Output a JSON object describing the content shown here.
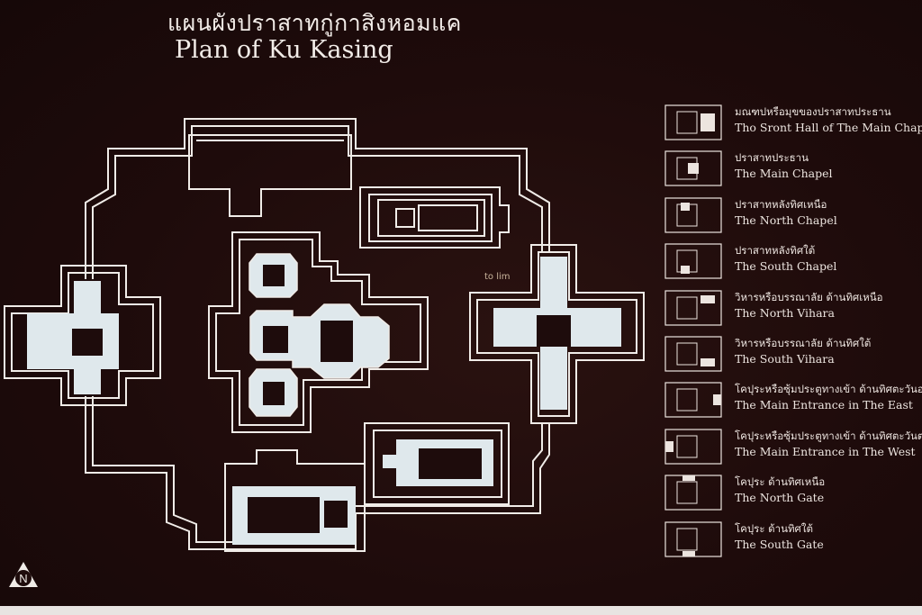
{
  "title": {
    "thai": "แผนผังปราสาทกู่กาสิงหอมแค",
    "english": "Plan of Ku Kasing"
  },
  "legend": [
    {
      "thai": "มณฑปหรือมุขของปราสาทประธาน",
      "english": "Tho Sront Hall of The Main Chapel"
    },
    {
      "thai": "ปราสาทประธาน",
      "english": "The Main Chapel"
    },
    {
      "thai": "ปราสาทหลังทิศเหนือ",
      "english": "The North Chapel"
    },
    {
      "thai": "ปราสาทหลังทิศใต้",
      "english": "The South Chapel"
    },
    {
      "thai": "วิหารหรือบรรณาลัย ด้านทิศเหนือ",
      "english": "The North Vihara"
    },
    {
      "thai": "วิหารหรือบรรณาลัย ด้านทิศใต้",
      "english": "The South Vihara"
    },
    {
      "thai": "โคปุระหรือซุ้มประตูทางเข้า ด้านทิศตะวันออก",
      "english": "The Main Entrance in The East"
    },
    {
      "thai": "โคปุระหรือซุ้มประตูทางเข้า ด้านทิศตะวันตก",
      "english": "The Main Entrance in The West"
    },
    {
      "thai": "โคปุระ ด้านทิศเหนือ",
      "english": "The North Gate"
    },
    {
      "thai": "โคปุระ ด้านทิศใต้",
      "english": "The South Gate"
    }
  ],
  "background_sign": "to lim",
  "north_marker": {
    "letter": "N",
    "icon": "north-arrow-icon"
  },
  "colors": {
    "line": "#f0ece8",
    "fill": "#dfe8ec",
    "background": "#1e0c0c"
  }
}
